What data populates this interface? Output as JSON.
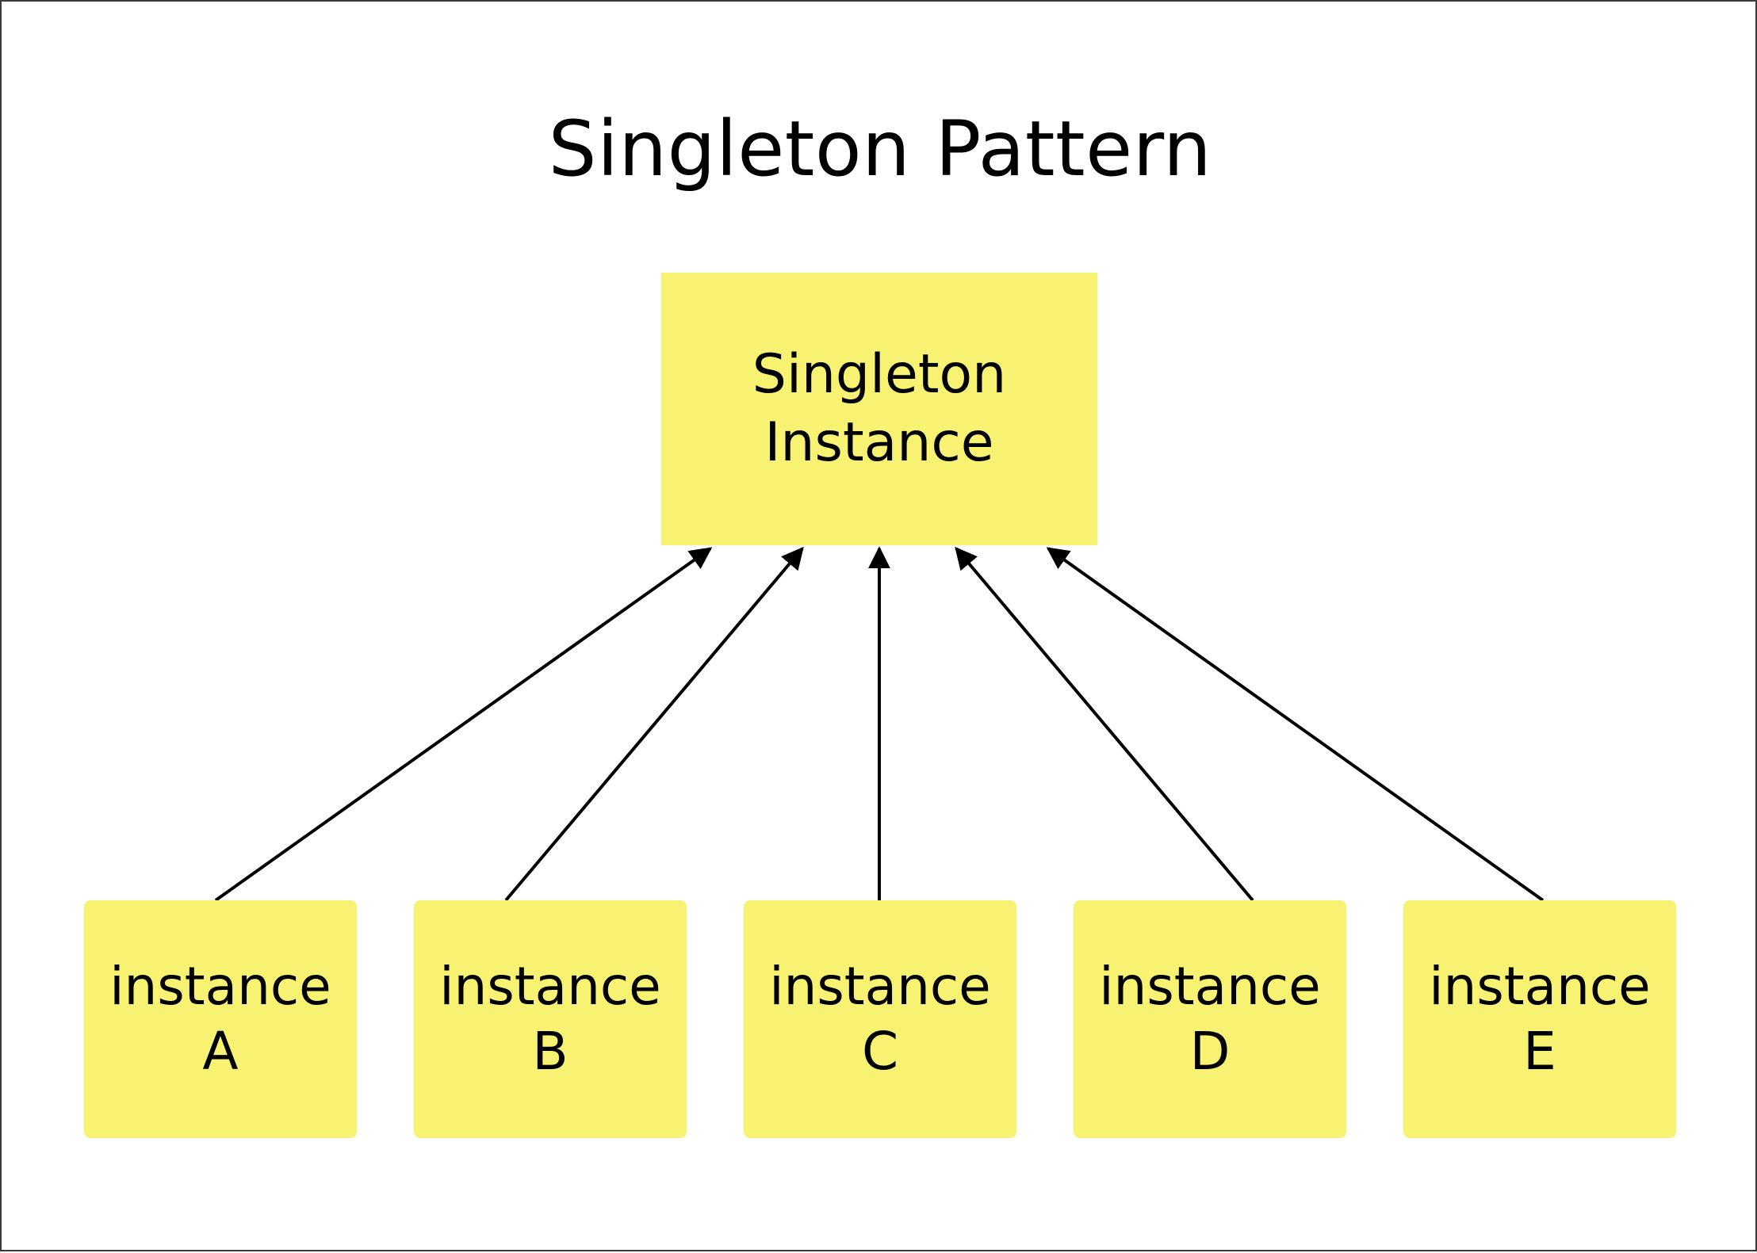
{
  "title": "Singleton Pattern",
  "colors": {
    "node_fill": "#f8f272",
    "edge": "#000000"
  },
  "singleton": {
    "label_line1": "Singleton",
    "label_line2": "Instance"
  },
  "instances": [
    {
      "label_line1": "instance",
      "label_line2": "A"
    },
    {
      "label_line1": "instance",
      "label_line2": "B"
    },
    {
      "label_line1": "instance",
      "label_line2": "C"
    },
    {
      "label_line1": "instance",
      "label_line2": "D"
    },
    {
      "label_line1": "instance",
      "label_line2": "E"
    }
  ],
  "edges": [
    {
      "from": "instance A",
      "to": "Singleton Instance"
    },
    {
      "from": "instance B",
      "to": "Singleton Instance"
    },
    {
      "from": "instance C",
      "to": "Singleton Instance"
    },
    {
      "from": "instance D",
      "to": "Singleton Instance"
    },
    {
      "from": "instance E",
      "to": "Singleton Instance"
    }
  ]
}
